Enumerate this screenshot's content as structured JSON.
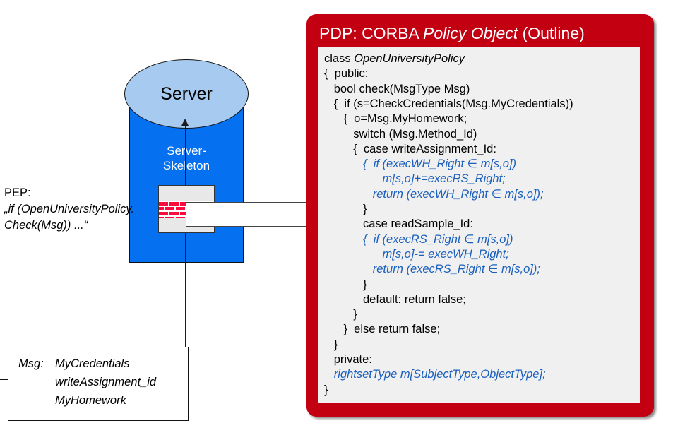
{
  "diagram": {
    "title_domain": "access-control-architecture",
    "server": {
      "ellipse_label": "Server",
      "skeleton_label": "Server-\nSkeleton",
      "body_color": "#0671F0",
      "ellipse_color": "#A7CBF0"
    },
    "pep": {
      "label_line1": "PEP:",
      "label_line2": "„if (OpenUniversityPolicy.",
      "label_line3": "Check(Msg)) ...“",
      "box_fill": "#E8E8E8",
      "firewall_color": "#FB0A3C"
    },
    "message_box": {
      "key": "Msg:",
      "values": [
        "MyCredentials",
        "writeAssignment_id",
        "MyHomework"
      ]
    }
  },
  "pdp": {
    "title_prefix": "PDP: CORBA ",
    "title_italic": "Policy Object",
    "title_suffix": " (Outline)",
    "panel_color": "#C20012",
    "code_bg": "#F0F0F0",
    "code_blue": "#1A5FBD",
    "code_lines": [
      {
        "text": "class ",
        "italic_tail": "OpenUniversityPolicy",
        "blue": false
      },
      {
        "text": "{  public:",
        "blue": false
      },
      {
        "text": "   bool check(MsgType Msg)",
        "blue": false
      },
      {
        "text": "   {  if (s=CheckCredentials(Msg.MyCredentials))",
        "blue": false
      },
      {
        "text": "      {  o=Msg.MyHomework;",
        "blue": false
      },
      {
        "text": "         switch (Msg.Method_Id)",
        "blue": false
      },
      {
        "text": "         {  case writeAssignment_Id:",
        "blue": false
      },
      {
        "text": "            {  if (execWH_Right ∈ m[s,o])",
        "blue": true
      },
      {
        "text": "                  m[s,o]+=execRS_Right;",
        "blue": true
      },
      {
        "text": "               return (execWH_Right ∈ m[s,o]);",
        "blue": true
      },
      {
        "text": "            }",
        "blue": false
      },
      {
        "text": "            case readSample_Id:",
        "blue": false
      },
      {
        "text": "            {  if (execRS_Right ∈ m[s,o])",
        "blue": true
      },
      {
        "text": "                  m[s,o]-= execWH_Right;",
        "blue": true
      },
      {
        "text": "               return (execRS_Right ∈ m[s,o]);",
        "blue": true
      },
      {
        "text": "            }",
        "blue": false
      },
      {
        "text": "            default: return false;",
        "blue": false
      },
      {
        "text": "         }",
        "blue": false
      },
      {
        "text": "      }  else return false;",
        "blue": false
      },
      {
        "text": "   }",
        "blue": false
      },
      {
        "text": "   private:",
        "blue": false
      },
      {
        "text": "   rightsetType m[SubjectType,ObjectType];",
        "blue": true
      },
      {
        "text": "}",
        "blue": false
      }
    ]
  }
}
